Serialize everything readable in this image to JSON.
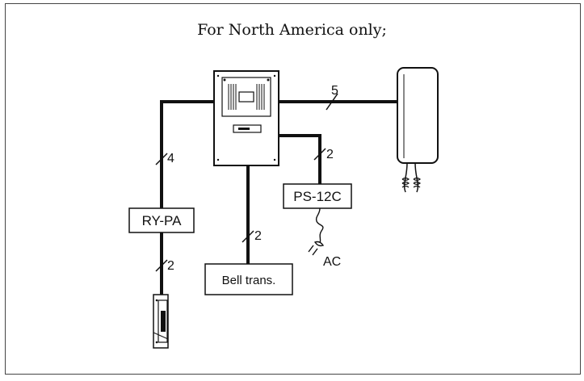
{
  "title": "For North America only;",
  "components": {
    "ry_pa": "RY-PA",
    "ps_12c": "PS-12C",
    "bell_trans": "Bell trans.",
    "ac": "AC"
  },
  "wire_counts": {
    "to_handset": "5",
    "to_ry_pa": "4",
    "to_ps_12c": "2",
    "to_bell_trans": "2",
    "to_door_lock": "2"
  },
  "colors": {
    "line": "#111111",
    "background": "#ffffff"
  }
}
